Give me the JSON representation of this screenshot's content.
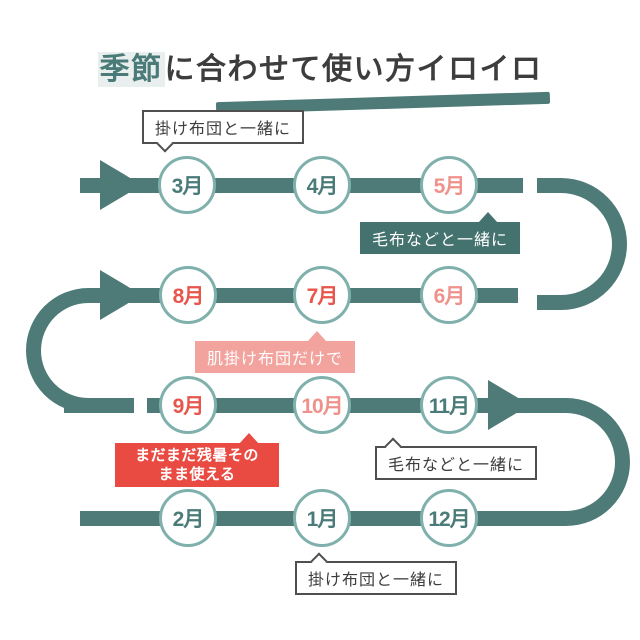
{
  "title": {
    "highlight": "季節",
    "rest": "に合わせて使い方イロイロ"
  },
  "months": [
    {
      "label": "3月",
      "tone": "cool"
    },
    {
      "label": "4月",
      "tone": "cool"
    },
    {
      "label": "5月",
      "tone": "warmlight"
    },
    {
      "label": "8月",
      "tone": "warm"
    },
    {
      "label": "7月",
      "tone": "warm"
    },
    {
      "label": "6月",
      "tone": "warmlight"
    },
    {
      "label": "9月",
      "tone": "warm"
    },
    {
      "label": "10月",
      "tone": "warmlight"
    },
    {
      "label": "11月",
      "tone": "cool"
    },
    {
      "label": "2月",
      "tone": "cool"
    },
    {
      "label": "1月",
      "tone": "cool"
    },
    {
      "label": "12月",
      "tone": "cool"
    }
  ],
  "callouts": {
    "march": {
      "text": "掛け布団と一緒に"
    },
    "may": {
      "text": "毛布などと一緒に"
    },
    "july": {
      "text": "肌掛け布団だけで"
    },
    "september": {
      "line1": "まだまだ残暑その",
      "line2": "まま使える"
    },
    "november": {
      "text": "毛布などと一緒に"
    },
    "january": {
      "text": "掛け布団と一緒に"
    }
  },
  "colors": {
    "path": "#4e7b77",
    "circle_border": "#7fb0ac",
    "cool": "#4a7b78",
    "warm": "#e7554c",
    "warmlight": "#ef928b",
    "red_box": "#e94a42",
    "pink_box": "#f2a39d",
    "teal_box": "#44726e",
    "outline_border": "#4f4f4f",
    "text_dark": "#3d3d3d",
    "highlight_bg": "#e9efee"
  }
}
